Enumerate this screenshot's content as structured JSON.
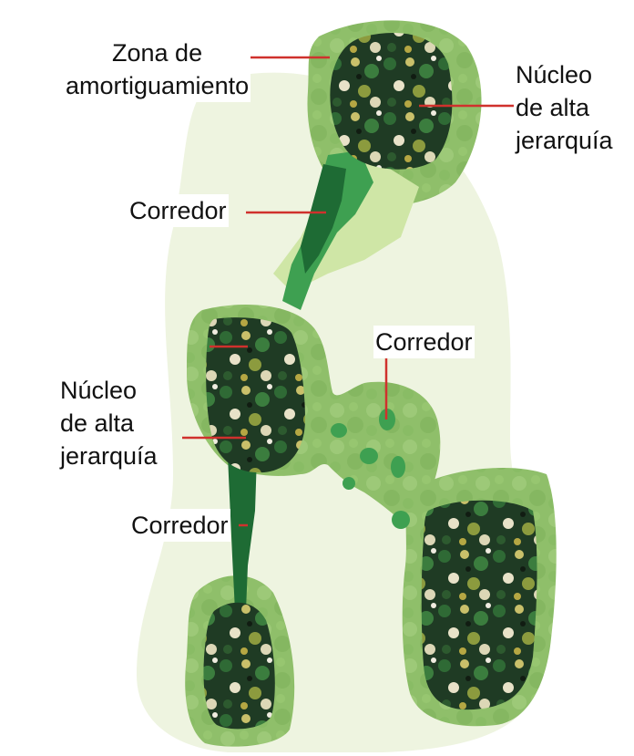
{
  "labels": {
    "buffer_zone": [
      "Zona de",
      "amortiguamiento"
    ],
    "core_top": [
      "Núcleo",
      "de alta",
      "jerarquía"
    ],
    "core_left": [
      "Núcleo",
      "de alta",
      "jerarquía"
    ],
    "corridor_top": "Corredor",
    "corridor_right": "Corredor",
    "corridor_bottom": "Corredor"
  },
  "colors": {
    "background_silhouette": "#eef4e0",
    "buffer_zone": "#8fbf6a",
    "core_dark": "#1f3b24",
    "corridor_dark": "#1e6b34",
    "corridor_mid": "#3ea051",
    "corridor_light": "#cfe6a6",
    "leader_line": "#d0312d"
  }
}
